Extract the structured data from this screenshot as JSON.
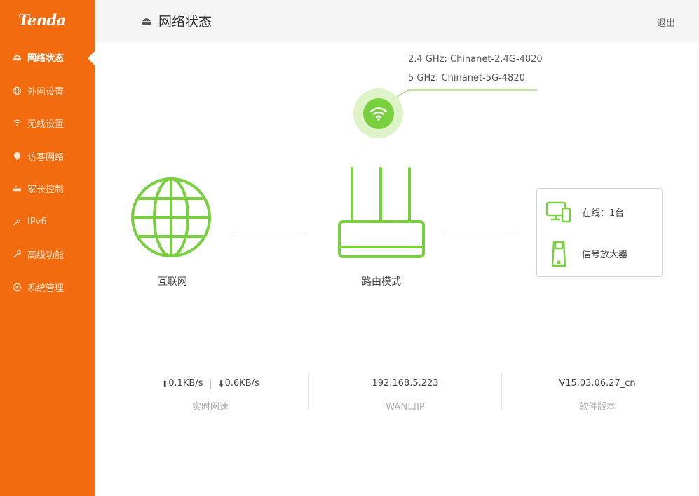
{
  "brand": {
    "logo_text": "Tenda",
    "accent": "#f26b0f",
    "green": "#79d03f"
  },
  "sidebar": {
    "items": [
      {
        "label": "网络状态",
        "icon": "network-status-icon",
        "active": true
      },
      {
        "label": "外网设置",
        "icon": "globe-icon",
        "active": false
      },
      {
        "label": "无线设置",
        "icon": "wifi-icon",
        "active": false
      },
      {
        "label": "访客网络",
        "icon": "guest-icon",
        "active": false
      },
      {
        "label": "家长控制",
        "icon": "parental-control-icon",
        "active": false
      },
      {
        "label": "IPv6",
        "icon": "ipv6-icon",
        "active": false
      },
      {
        "label": "高级功能",
        "icon": "tools-icon",
        "active": false
      },
      {
        "label": "系统管理",
        "icon": "system-icon",
        "active": false
      }
    ]
  },
  "header": {
    "title": "网络状态",
    "logout_label": "退出"
  },
  "wireless": {
    "ssid_24": "2.4 GHz: Chinanet-2.4G-4820",
    "ssid_5": "5 GHz: Chinanet-5G-4820"
  },
  "diagram": {
    "internet_label": "互联网",
    "router_label": "路由模式",
    "online_label": "在线：1台",
    "extender_label": "信号放大器"
  },
  "stats": {
    "upload": "0.1KB/s",
    "download": "0.6KB/s",
    "speed_label": "实时网速",
    "wan_ip": "192.168.5.223",
    "wan_ip_label": "WAN口IP",
    "firmware": "V15.03.06.27_cn",
    "firmware_label": "软件版本"
  }
}
